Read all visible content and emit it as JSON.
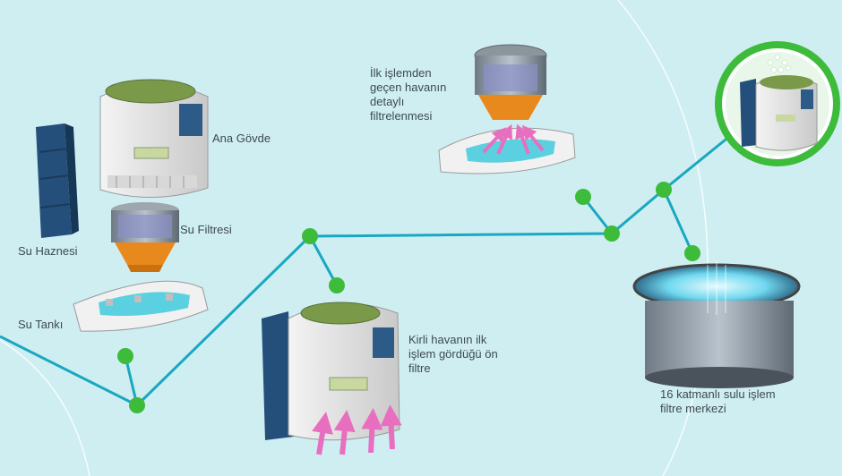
{
  "colors": {
    "background": "#cfeef2",
    "connector_line": "#19a8c1",
    "node": "#3dbb3a",
    "highlight_circle": "#3dbb3a",
    "body_panel": "#2b5b86",
    "filter_orange": "#e8891e",
    "airflow_arrows": "#e86fc0",
    "water": "#5ad0e0"
  },
  "labels": {
    "ana_govde": "Ana Gövde",
    "su_filtresi": "Su Filtresi",
    "su_haznesi": "Su Haznesi",
    "su_tanki": "Su Tankı",
    "detayli_filtre": "İlk işlemden\ngeçen havanın\ndetaylı\nfiltrelenmesi",
    "on_filtre": "Kirli havanın ilk\nişlem gördüğü ön\nfiltre",
    "merkez": "16 katmanlı sulu işlem\nfiltre merkezi"
  },
  "icons": {
    "main_body": "purifier-main-body-icon",
    "water_filter": "water-filter-icon",
    "water_reservoir": "water-reservoir-icon",
    "water_tray": "water-tray-icon",
    "purifier_with_arrows": "purifier-airflow-icon",
    "detail_filter": "detail-filter-icon",
    "wet_filter_center": "wet-filter-center-icon",
    "clean_purifier": "clean-purifier-icon"
  }
}
